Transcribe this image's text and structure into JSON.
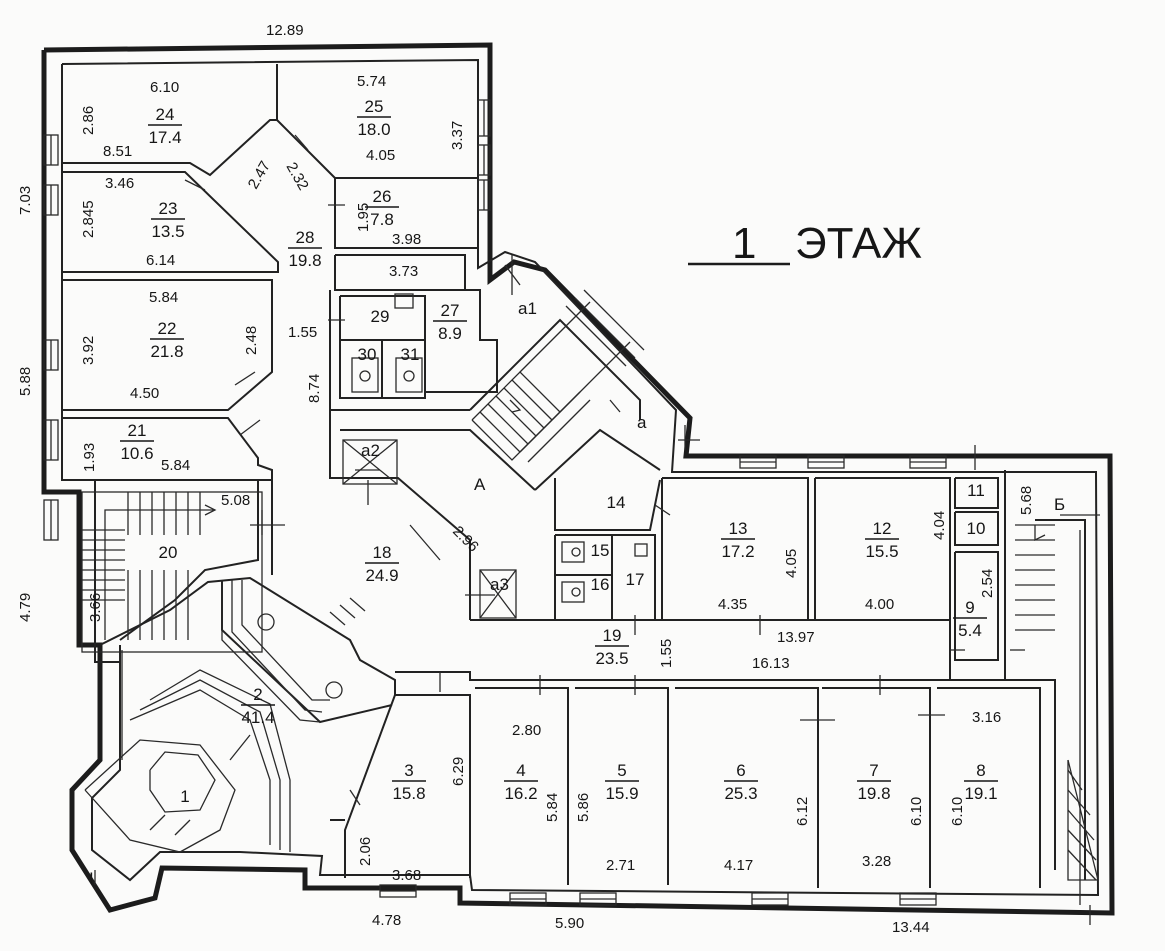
{
  "title": {
    "number": "1",
    "word": "ЭТАЖ"
  },
  "rooms": [
    {
      "id": "room-24",
      "number": "24",
      "area": "17.4"
    },
    {
      "id": "room-25",
      "number": "25",
      "area": "18.0"
    },
    {
      "id": "room-26",
      "number": "26",
      "area": "7.8"
    },
    {
      "id": "room-23",
      "number": "23",
      "area": "13.5"
    },
    {
      "id": "room-28",
      "number": "28",
      "area": "19.8"
    },
    {
      "id": "room-27",
      "number": "27",
      "area": "8.9"
    },
    {
      "id": "room-29",
      "number": "29",
      "area": ""
    },
    {
      "id": "room-30",
      "number": "30",
      "area": ""
    },
    {
      "id": "room-31",
      "number": "31",
      "area": ""
    },
    {
      "id": "room-22",
      "number": "22",
      "area": "21.8"
    },
    {
      "id": "room-21",
      "number": "21",
      "area": "10.6"
    },
    {
      "id": "room-20",
      "number": "20",
      "area": ""
    },
    {
      "id": "room-18",
      "number": "18",
      "area": "24.9"
    },
    {
      "id": "room-14",
      "number": "14",
      "area": ""
    },
    {
      "id": "room-15",
      "number": "15",
      "area": ""
    },
    {
      "id": "room-16",
      "number": "16",
      "area": ""
    },
    {
      "id": "room-17",
      "number": "17",
      "area": ""
    },
    {
      "id": "room-13",
      "number": "13",
      "area": "17.2"
    },
    {
      "id": "room-12",
      "number": "12",
      "area": "15.5"
    },
    {
      "id": "room-11",
      "number": "11",
      "area": ""
    },
    {
      "id": "room-10",
      "number": "10",
      "area": ""
    },
    {
      "id": "room-9",
      "number": "9",
      "area": "5.4"
    },
    {
      "id": "room-19",
      "number": "19",
      "area": "23.5"
    },
    {
      "id": "room-2",
      "number": "2",
      "area": "41.4"
    },
    {
      "id": "room-1",
      "number": "1",
      "area": ""
    },
    {
      "id": "room-3",
      "number": "3",
      "area": "15.8"
    },
    {
      "id": "room-4",
      "number": "4",
      "area": "16.2"
    },
    {
      "id": "room-5",
      "number": "5",
      "area": "15.9"
    },
    {
      "id": "room-6",
      "number": "6",
      "area": "25.3"
    },
    {
      "id": "room-7",
      "number": "7",
      "area": "19.8"
    },
    {
      "id": "room-8",
      "number": "8",
      "area": "19.1"
    }
  ],
  "labels": [
    {
      "id": "label-a1",
      "text": "a1"
    },
    {
      "id": "label-a",
      "text": "a"
    },
    {
      "id": "label-a2",
      "text": "a2"
    },
    {
      "id": "label-a3",
      "text": "a3"
    },
    {
      "id": "label-A",
      "text": "А"
    },
    {
      "id": "label-B",
      "text": "Б"
    },
    {
      "id": "label-entry",
      "text": "I"
    }
  ],
  "dimensions": [
    {
      "id": "dim-12-89",
      "value": "12.89"
    },
    {
      "id": "dim-7-03",
      "value": "7.03"
    },
    {
      "id": "dim-6-10-top",
      "value": "6.10"
    },
    {
      "id": "dim-2-86",
      "value": "2.86"
    },
    {
      "id": "dim-8-51",
      "value": "8.51"
    },
    {
      "id": "dim-5-74",
      "value": "5.74"
    },
    {
      "id": "dim-3-37",
      "value": "3.37"
    },
    {
      "id": "dim-4-05-top",
      "value": "4.05"
    },
    {
      "id": "dim-2-47",
      "value": "2.47"
    },
    {
      "id": "dim-2-32",
      "value": "2.32"
    },
    {
      "id": "dim-3-46",
      "value": "3.46"
    },
    {
      "id": "dim-2-845",
      "value": "2.845"
    },
    {
      "id": "dim-6-14",
      "value": "6.14"
    },
    {
      "id": "dim-1-95",
      "value": "1.95"
    },
    {
      "id": "dim-3-98",
      "value": "3.98"
    },
    {
      "id": "dim-3-73",
      "value": "3.73"
    },
    {
      "id": "dim-5-84-r22",
      "value": "5.84"
    },
    {
      "id": "dim-3-92",
      "value": "3.92"
    },
    {
      "id": "dim-2-48",
      "value": "2.48"
    },
    {
      "id": "dim-4-50",
      "value": "4.50"
    },
    {
      "id": "dim-1-55-r29",
      "value": "1.55"
    },
    {
      "id": "dim-8-74",
      "value": "8.74"
    },
    {
      "id": "dim-5-88",
      "value": "5.88"
    },
    {
      "id": "dim-1-93",
      "value": "1.93"
    },
    {
      "id": "dim-5-84-r21",
      "value": "5.84"
    },
    {
      "id": "dim-5-08",
      "value": "5.08"
    },
    {
      "id": "dim-3-66",
      "value": "3.66"
    },
    {
      "id": "dim-4-79",
      "value": "4.79"
    },
    {
      "id": "dim-2-96",
      "value": "2.96"
    },
    {
      "id": "dim-4-05-r13",
      "value": "4.05"
    },
    {
      "id": "dim-4-35",
      "value": "4.35"
    },
    {
      "id": "dim-4-04",
      "value": "4.04"
    },
    {
      "id": "dim-4-00",
      "value": "4.00"
    },
    {
      "id": "dim-5-68",
      "value": "5.68"
    },
    {
      "id": "dim-2-54",
      "value": "2.54"
    },
    {
      "id": "dim-13-97",
      "value": "13.97"
    },
    {
      "id": "dim-1-55-r19",
      "value": "1.55"
    },
    {
      "id": "dim-16-13",
      "value": "16.13"
    },
    {
      "id": "dim-6-29",
      "value": "6.29"
    },
    {
      "id": "dim-2-06",
      "value": "2.06"
    },
    {
      "id": "dim-3-68",
      "value": "3.68"
    },
    {
      "id": "dim-2-80",
      "value": "2.80"
    },
    {
      "id": "dim-5-84-r4",
      "value": "5.84"
    },
    {
      "id": "dim-5-86",
      "value": "5.86"
    },
    {
      "id": "dim-2-71",
      "value": "2.71"
    },
    {
      "id": "dim-6-12",
      "value": "6.12"
    },
    {
      "id": "dim-4-17",
      "value": "4.17"
    },
    {
      "id": "dim-6-10-r7",
      "value": "6.10"
    },
    {
      "id": "dim-3-28",
      "value": "3.28"
    },
    {
      "id": "dim-6-10-r8",
      "value": "6.10"
    },
    {
      "id": "dim-3-16",
      "value": "3.16"
    },
    {
      "id": "dim-4-78",
      "value": "4.78"
    },
    {
      "id": "dim-5-90",
      "value": "5.90"
    },
    {
      "id": "dim-13-44",
      "value": "13.44"
    }
  ]
}
